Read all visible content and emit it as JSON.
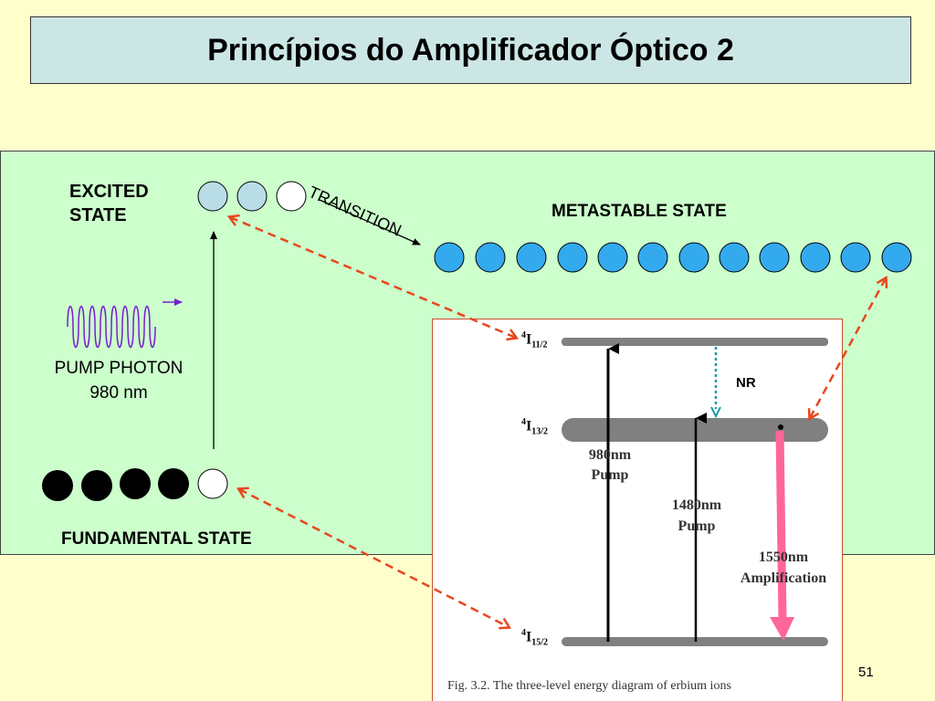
{
  "slide": {
    "title": "Princípios do Amplificador Óptico 2",
    "page_number": "51"
  },
  "left_diagram": {
    "excited_state_line1": "EXCITED",
    "excited_state_line2": "STATE",
    "transition": "TRANSITION",
    "metastable_state": "METASTABLE STATE",
    "pump_photon_line1": "PUMP PHOTON",
    "pump_photon_line2": "980 nm",
    "fundamental_state": "FUNDAMENTAL STATE"
  },
  "energy_figure": {
    "level_top": "4I11/2",
    "level_top_sup": "4",
    "level_top_main": "I",
    "level_top_sub": "11/2",
    "level_mid_sup": "4",
    "level_mid_main": "I",
    "level_mid_sub": "13/2",
    "level_bottom_sup": "4",
    "level_bottom_main": "I",
    "level_bottom_sub": "15/2",
    "nr": "NR",
    "pump980_line1": "980nm",
    "pump980_line2": "Pump",
    "pump1480_line1": "1480nm",
    "pump1480_line2": "Pump",
    "amp_line1": "1550nm",
    "amp_line2": "Amplification",
    "caption": "Fig. 3.2. The three-level energy diagram of erbium ions"
  },
  "colors": {
    "background": "#ffffcc",
    "title_box": "#cce6e6",
    "panel": "#ccffcc",
    "metastable_atom": "#33aaee",
    "excited_atom": "#b8dde6",
    "dashed_arrow": "#e8461e",
    "amplification_arrow": "#ff6699",
    "photon_wave": "#7722cc",
    "nr_arrow": "#2299aa"
  }
}
